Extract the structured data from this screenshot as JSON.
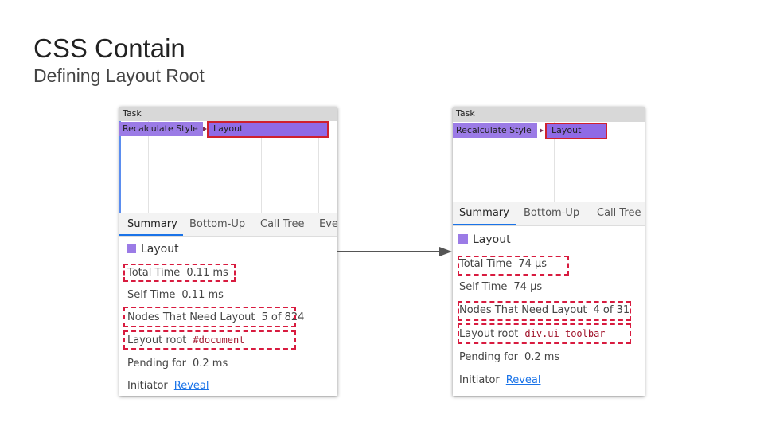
{
  "slide": {
    "title": "CSS Contain",
    "subtitle": "Defining Layout Root"
  },
  "before": {
    "track_label": "Task",
    "parent_event": "Recalculate Style",
    "selected_event": "Layout",
    "tabs": [
      "Summary",
      "Bottom-Up",
      "Call Tree",
      "Eve"
    ],
    "summary": {
      "event": "Layout",
      "color": "#9b7be6",
      "total_time_label": "Total Time",
      "total_time": "0.11 ms",
      "self_time_label": "Self Time",
      "self_time": "0.11 ms",
      "nodes_label": "Nodes That Need Layout",
      "nodes": "5 of 824",
      "root_label": "Layout root",
      "root": "#document",
      "pending_label": "Pending for",
      "pending": "0.2 ms",
      "initiator_label": "Initiator",
      "initiator": "Reveal"
    }
  },
  "after": {
    "track_label": "Task",
    "parent_event": "Recalculate Style",
    "selected_event": "Layout",
    "tabs": [
      "Summary",
      "Bottom-Up",
      "Call Tree"
    ],
    "summary": {
      "event": "Layout",
      "color": "#9b7be6",
      "total_time_label": "Total Time",
      "total_time": "74 µs",
      "self_time_label": "Self Time",
      "self_time": "74 µs",
      "nodes_label": "Nodes That Need Layout",
      "nodes": "4 of 31",
      "root_label": "Layout root",
      "root": "div.ui-toolbar",
      "pending_label": "Pending for",
      "pending": "0.2 ms",
      "initiator_label": "Initiator",
      "initiator": "Reveal"
    }
  },
  "colors": {
    "highlight": "#d81b3f",
    "accent": "#1a73e8",
    "layout_event": "#9b7be6"
  }
}
